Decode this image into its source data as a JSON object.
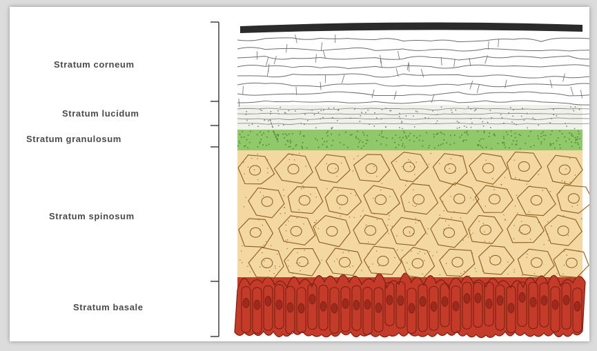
{
  "diagram": {
    "layers": [
      {
        "key": "corneum",
        "label": "Stratum corneum",
        "color": "#ffffff",
        "line": "#6b6b6b"
      },
      {
        "key": "lucidum",
        "label": "Stratum lucidum",
        "color": "#f1f1ec",
        "line": "#7a7a7a"
      },
      {
        "key": "granulosum",
        "label": "Stratum granulosum",
        "color": "#8fc96b",
        "line": "#5a8a3a"
      },
      {
        "key": "spinosum",
        "label": "Stratum spinosum",
        "color": "#f3d9a1",
        "line": "#8b5a1e"
      },
      {
        "key": "basale",
        "label": "Stratum basale",
        "color": "#c43b2a",
        "line": "#7a1f14"
      }
    ],
    "top_edge_color": "#2b2b2b",
    "bracket_color": "#333333",
    "label_color": "#4a4a4a"
  }
}
